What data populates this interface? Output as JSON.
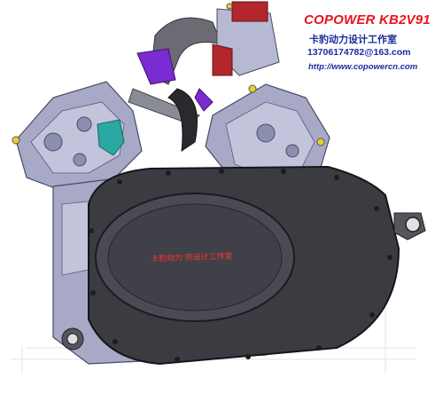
{
  "title": "COPOWER KB2V91",
  "studio": "卡豹动力设计工作室",
  "email": "13706174782@163.com",
  "website": "http://www.copowercn.com",
  "watermark": "卡豹动力 则设计工作室",
  "colors": {
    "title": "#e8141b",
    "contact": "#1a2c9c",
    "engine_body": "#a7a9c6",
    "cover": "#3b3b42",
    "intake": "#6b6b73",
    "accent_purple": "#7a2bd1",
    "accent_teal": "#2aa9a2",
    "accent_red": "#b3262b",
    "accent_yellow": "#e8d22a"
  }
}
